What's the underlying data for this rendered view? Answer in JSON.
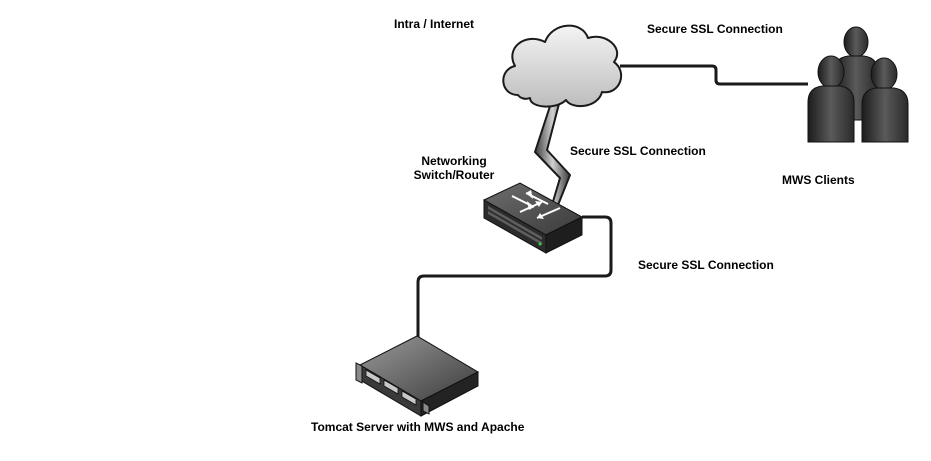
{
  "diagram": {
    "cloud_label": "Intra / Internet",
    "ssl_clients_label": "Secure SSL Connection",
    "ssl_switch_label": "Secure SSL Connection",
    "switch_label_line1": "Networking",
    "switch_label_line2": "Switch/Router",
    "clients_label": "MWS Clients",
    "ssl_server_label": "Secure SSL Connection",
    "server_label": "Tomcat Server with MWS and Apache"
  },
  "colors": {
    "connection_line": "#1a1a1a",
    "cloud_fill": "#d8d8d8",
    "device_dark": "#2b2b2b",
    "device_light": "#8a8a8a"
  },
  "icons": {
    "cloud": "cloud-icon",
    "clients": "users-group-icon",
    "switch": "network-switch-icon",
    "server": "rack-server-icon",
    "link": "lightning-link-icon"
  }
}
